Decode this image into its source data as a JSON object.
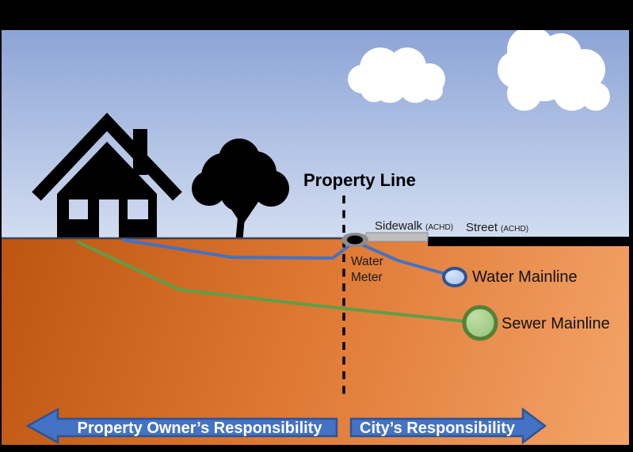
{
  "labels": {
    "property_line": "Property Line",
    "sidewalk": "Sidewalk",
    "sidewalk_agency": "(ACHD)",
    "street": "Street",
    "street_agency": "(ACHD)",
    "water_meter_line1": "Water",
    "water_meter_line2": "Meter",
    "water_mainline": "Water Mainline",
    "sewer_mainline": "Sewer Mainline",
    "owner_responsibility": "Property Owner’s Responsibility",
    "city_responsibility": "City’s Responsibility"
  },
  "colors": {
    "frame_border": "#000000",
    "sky_top": "#8CA4D6",
    "sky_bottom": "#D2DDF1",
    "ground_dark": "#BC5511",
    "ground_mid": "#DD7630",
    "ground_light": "#F4A469",
    "ground_edge_line": "#39425C",
    "silhouette": "#000000",
    "cloud": "#FFFFFF",
    "pipe_water": "#4472C4",
    "pipe_sewer": "#5E9E47",
    "water_circle_border": "#2E5395",
    "water_circle_fill": "#BCCFEF",
    "sewer_circle_border": "#538135",
    "sewer_circle_fill": "#A5CF8A",
    "sidewalk_fill": "#BFBFBF",
    "street_fill": "#000000",
    "meter_halo": "#8C8C8C",
    "meter_dot": "#000000",
    "arrow_fill": "#4472C4",
    "arrow_border": "#2E5395",
    "arrow_text": "#FFFFFF",
    "label_text": "#1A1A1A"
  }
}
